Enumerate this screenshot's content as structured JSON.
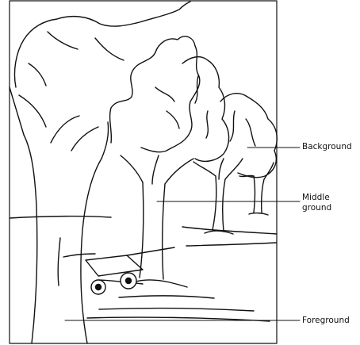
{
  "labels": {
    "background": "Background",
    "middle_ground": "Middle ground",
    "foreground": "Foreground"
  },
  "colors": {
    "ink": "#111111",
    "paper": "#ffffff"
  }
}
